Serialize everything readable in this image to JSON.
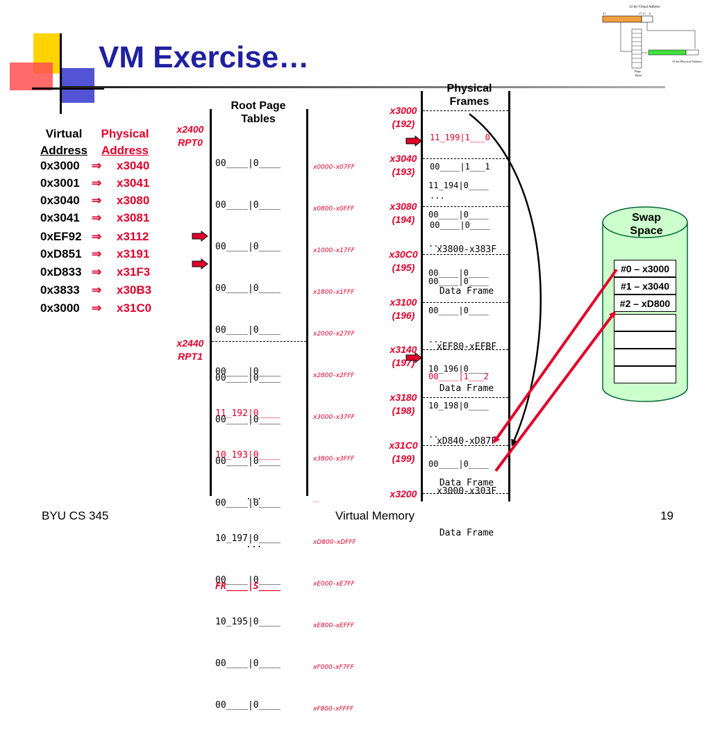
{
  "slide": {
    "title": "VM Exercise…",
    "footer_left": "BYU CS 345",
    "footer_center": "Virtual Memory",
    "footer_right": "19"
  },
  "colors": {
    "title": "#2020a0",
    "accent": "#e0002a",
    "swap_fill": "#ccffcc",
    "swap_border": "#006633"
  },
  "translation": {
    "virtual_header": [
      "Virtual",
      "Address"
    ],
    "physical_header": [
      "Physical",
      "Address"
    ],
    "arrow": "⇒",
    "rows": [
      {
        "va": "0x3000",
        "pa": "x3040"
      },
      {
        "va": "0x3001",
        "pa": "x3041"
      },
      {
        "va": "0x3040",
        "pa": "x3080"
      },
      {
        "va": "0x3041",
        "pa": "x3081"
      },
      {
        "va": "0xEF92",
        "pa": "x3112"
      },
      {
        "va": "0xD851",
        "pa": "x3191"
      },
      {
        "va": "0xD833",
        "pa": "x31F3"
      },
      {
        "va": "0x3833",
        "pa": "x30B3"
      },
      {
        "va": "0x3000",
        "pa": "x31C0"
      }
    ]
  },
  "root_tables": {
    "header": [
      "Root Page",
      "Tables"
    ],
    "rpt0_label": [
      "x2400",
      "RPT0"
    ],
    "rpt1_label": [
      "x2440",
      "RPT1"
    ],
    "rpt0_entries": [
      "00____|0____",
      "00____|0____",
      "00____|0____",
      "00____|0____",
      "00____|0____",
      "00____|0____",
      "11_192|0____",
      "10_193|0____",
      "...",
      "10_197|0____",
      "00____|0____",
      "10_195|0____",
      "00____|0____",
      "00____|0____"
    ],
    "rpt0_ranges": [
      "x0000–x07FF",
      "x0800–x0FFF",
      "x1000–x17FF",
      "x1800–x1FFF",
      "x2000–x27FF",
      "x2800–x2FFF",
      "x3000–x37FF",
      "x3800–x3FFF",
      "...",
      "xD800–xDFFF",
      "xE000–xE7FF",
      "xE800–xEFFF",
      "xF000–xF7FF",
      "xF800–xFFFF"
    ],
    "rpt1_entries": [
      "00____|0____",
      "00____|0____",
      "00____|0____",
      "00____|0____",
      "...",
      "FR____|S____"
    ]
  },
  "frames": {
    "header": [
      "Physical",
      "Frames"
    ],
    "labels": [
      {
        "addr": "x3000",
        "num": "(192)"
      },
      {
        "addr": "x3040",
        "num": "(193)"
      },
      {
        "addr": "x3080",
        "num": "(194)"
      },
      {
        "addr": "x30C0",
        "num": "(195)"
      },
      {
        "addr": "x3100",
        "num": "(196)"
      },
      {
        "addr": "x3140",
        "num": "(197)"
      },
      {
        "addr": "x3180",
        "num": "(198)"
      },
      {
        "addr": "x31C0",
        "num": "(199)"
      },
      {
        "addr": "x3200",
        "num": ""
      }
    ],
    "f192": [
      "11_199|1___0",
      "00____|1___1",
      "...",
      "00____|0____"
    ],
    "f193": [
      "11_194|0____",
      "00____|0____",
      "...",
      "00____|0____"
    ],
    "f194": [
      "x3800-x383F",
      "Data Frame"
    ],
    "f195": [
      "00____|0____",
      "00____|0____",
      "...",
      "10_196|0____"
    ],
    "f196": [
      "xEF80-xEFBF",
      "Data Frame"
    ],
    "f197": [
      "00____|1___2",
      "10_198|0____",
      "..",
      "00____|0____"
    ],
    "f198": [
      "xD840-xD87F",
      "Data Frame"
    ],
    "f199": [
      "x3000-x303F",
      "Data Frame"
    ]
  },
  "swap": {
    "title": [
      "Swap",
      "Space"
    ],
    "slots": [
      "#0 – x3000",
      "#1 – x3040",
      "#2 – xD800"
    ]
  },
  "thumbnail": {
    "top": "32-bit Virtual Address",
    "bits": [
      "31",
      "17 11",
      "0"
    ],
    "right": "32-bit Physical Address",
    "bottom": [
      "Page",
      "Table"
    ]
  }
}
